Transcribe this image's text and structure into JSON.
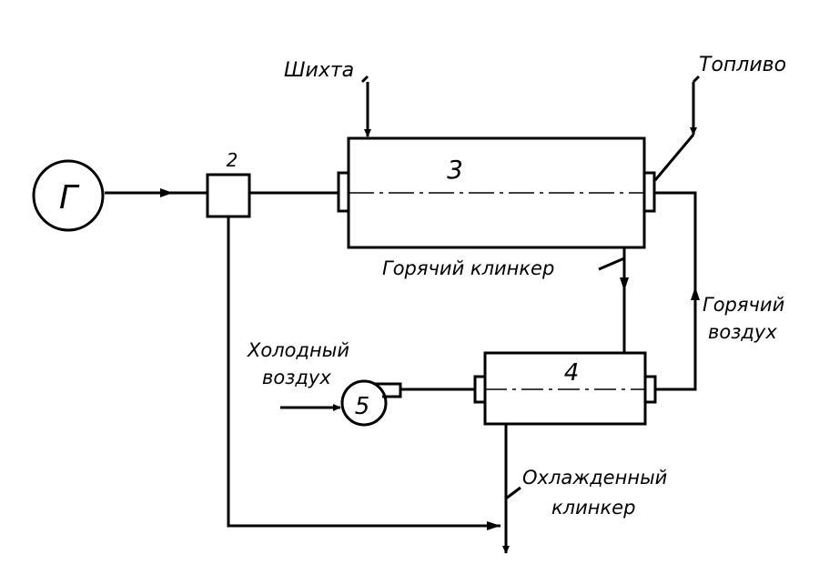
{
  "diagram": {
    "nodes": {
      "generator": {
        "label": "Г"
      },
      "unit2": {
        "label": "2"
      },
      "kiln3": {
        "label": "3"
      },
      "cooler4": {
        "label": "4"
      },
      "fan5": {
        "label": "5"
      }
    },
    "streams": {
      "charge": "Шихта",
      "fuel": "Топливо",
      "hot_clinker": "Горячий клинкер",
      "hot_air_line1": "Горячий",
      "hot_air_line2": "воздух",
      "cold_air_line1": "Холодный",
      "cold_air_line2": "воздух",
      "cooled_clinker_line1": "Охлажденный",
      "cooled_clinker_line2": "клинкер"
    },
    "colors": {
      "ink": "#000000",
      "background": "#ffffff"
    }
  }
}
